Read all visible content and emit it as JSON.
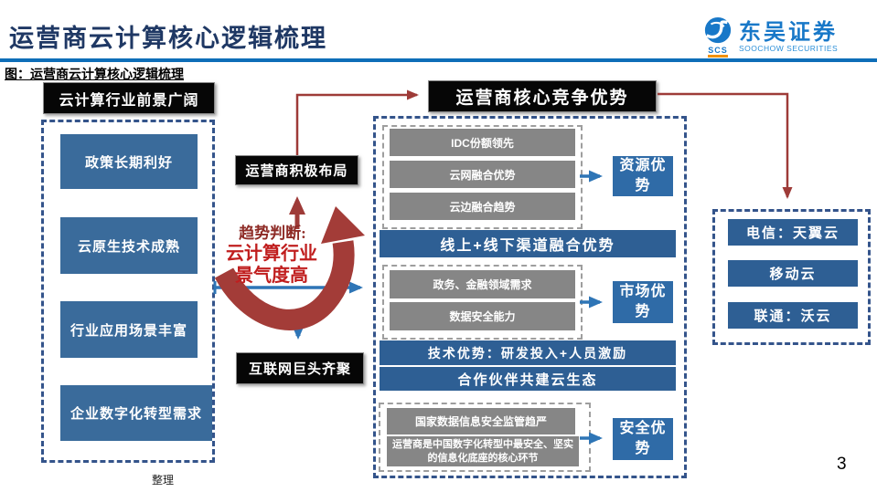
{
  "header": {
    "title": "运营商云计算核心逻辑梳理",
    "logo_cn": "东吴证券",
    "logo_en": "SOOCHOW SECURITIES",
    "logo_badge": "SCS"
  },
  "figure_caption": "图：运营商云计算核心逻辑梳理",
  "left_panel": {
    "header": "云计算行业前景广阔",
    "items": [
      "政策长期利好",
      "云原生技术成熟",
      "行业应用场景丰富",
      "企业数字化转型需求"
    ]
  },
  "middle": {
    "operator_layout": "运营商积极布局",
    "trend_title": "趋势判断:",
    "trend_line1": "云计算行业",
    "trend_line2": "景气度高",
    "internet": "互联网巨头齐聚"
  },
  "core_box": "运营商核心竞争优势",
  "advantages": {
    "resource": {
      "inputs": [
        "IDC份额领先",
        "云网融合优势",
        "云边融合趋势"
      ],
      "label": "资源优势"
    },
    "channel_bar": "线上+线下渠道融合优势",
    "market": {
      "inputs": [
        "政务、金融领域需求",
        "数据安全能力"
      ],
      "label": "市场优势"
    },
    "tech_bar": "技术优势：研发投入+人员激励",
    "eco_bar": "合作伙伴共建云生态",
    "security": {
      "inputs": [
        "国家数据信息安全监管趋严",
        "运营商是中国数字化转型中最安全、坚实的信息化底座的核心环节"
      ],
      "label": "安全优势"
    }
  },
  "right_panel": {
    "items": [
      "电信：天翼云",
      "移动云",
      "联通：沃云"
    ]
  },
  "footer": {
    "source": "整理",
    "page": "3"
  },
  "colors": {
    "title_navy": "#1F3864",
    "rule_blue": "#0E6EB8",
    "item_blue": "#3A6B9B",
    "bar_blue": "#2E5F94",
    "advantage_blue": "#2F6BA7",
    "gray_box": "#868686",
    "dash_navy": "#34548B",
    "red_connector": "#9E3B38",
    "swoosh_red": "#A33C38",
    "trend_red": "#C01E1E",
    "arrow_blue": "#2E75B6",
    "logo_blue": "#1878C8",
    "logo_orange": "#F29100"
  }
}
